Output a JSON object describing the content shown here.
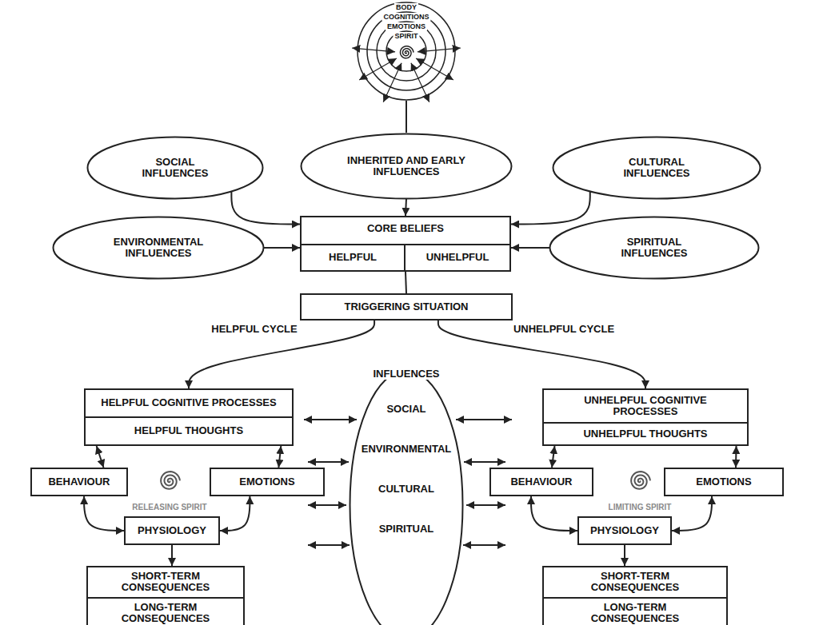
{
  "diagram": {
    "nodes": [
      {
        "text": [
          "BODY",
          "COGNITIONS",
          "EMOTIONS",
          "SPIRIT"
        ]
      },
      {
        "text": [
          "SOCIAL INFLUENCES"
        ]
      },
      {
        "text": [
          "INHERITED AND EARLY INFLUENCES"
        ]
      },
      {
        "text": [
          "CULTURAL INFLUENCES"
        ]
      },
      {
        "text": [
          "ENVIRONMENTAL INFLUENCES"
        ]
      },
      {
        "text": [
          "CORE BELIEFS"
        ]
      },
      {
        "text": [
          "HELPFUL"
        ],
        "in": 5
      },
      {
        "text": [
          "UNHELPFUL"
        ],
        "in": 5
      },
      {
        "text": [
          "SPIRITUAL INFLUENCES"
        ]
      },
      {
        "text": [
          "TRIGGERING SITUATION"
        ]
      },
      {
        "text": [
          "HELPFUL COGNITIVE PROCESSES",
          "HELPFUL THOUGHTS"
        ]
      },
      {
        "text": [
          "INFLUENCES",
          "SOCIAL",
          "ENVIRONMENTAL",
          "CULTURAL",
          "SPIRITUAL"
        ]
      },
      {
        "text": [
          "UNHELPFUL COGNITIVE PROCESSES",
          "UNHELPFUL THOUGHTS"
        ]
      },
      {
        "text": [
          "BEHAVIOUR"
        ]
      },
      {
        "text": [
          "EMOTIONS"
        ]
      },
      {
        "text": [
          "BEHAVIOUR"
        ]
      },
      {
        "text": [
          "EMOTIONS"
        ]
      },
      {
        "text": [
          "PHYSIOLOGY"
        ]
      },
      {
        "text": [
          "PHYSIOLOGY"
        ]
      },
      {
        "text": [
          "SHORT-TERM CONSEQUENCES",
          "LONG-TERM CONSEQUENCES"
        ]
      },
      {
        "text": [
          "SHORT-TERM CONSEQUENCES",
          "LONG-TERM CONSEQUENCES"
        ]
      }
    ],
    "edges": [
      {
        "from": 0,
        "to": 2,
        "arrow": "none"
      },
      {
        "from": 1,
        "to": 5,
        "arrow": "to"
      },
      {
        "from": 2,
        "to": 5,
        "arrow": "to"
      },
      {
        "from": 3,
        "to": 5,
        "arrow": "to"
      },
      {
        "from": 4,
        "to": 5,
        "arrow": "to"
      },
      {
        "from": 8,
        "to": 5,
        "arrow": "to"
      },
      {
        "from": 5,
        "to": 9,
        "arrow": "none"
      },
      {
        "from": 9,
        "to": 10,
        "arrow": "to"
      },
      {
        "from": 9,
        "to": 12,
        "arrow": "to"
      },
      {
        "from": 10,
        "to": 13,
        "arrow": "both"
      },
      {
        "from": 10,
        "to": 14,
        "arrow": "both"
      },
      {
        "from": 13,
        "to": 17,
        "arrow": "both"
      },
      {
        "from": 14,
        "to": 17,
        "arrow": "both"
      },
      {
        "from": 12,
        "to": 15,
        "arrow": "both"
      },
      {
        "from": 12,
        "to": 16,
        "arrow": "both"
      },
      {
        "from": 15,
        "to": 18,
        "arrow": "both"
      },
      {
        "from": 16,
        "to": 18,
        "arrow": "both"
      },
      {
        "from": 17,
        "to": 19,
        "arrow": "to"
      },
      {
        "from": 18,
        "to": 20,
        "arrow": "to"
      }
    ],
    "labels": [
      "HELPFUL CYCLE",
      "UNHELPFUL CYCLE",
      "RELEASING SPIRIT",
      "LIMITING SPIRIT"
    ]
  }
}
